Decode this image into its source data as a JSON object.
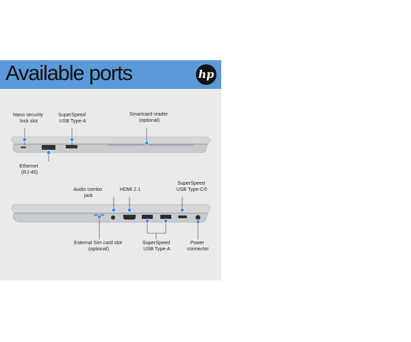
{
  "header": {
    "title": "Available ports",
    "brand_logo": "hp"
  },
  "colors": {
    "header_bg": "#5b9ad9",
    "panel_bg": "#eaeaea",
    "marker": "#4a8fd6"
  },
  "side_one": {
    "labels": {
      "nano_lock": [
        "Nano security",
        "lock slot"
      ],
      "usb_a": [
        "SuperSpeed",
        "USB Type-A"
      ],
      "smartcard": [
        "Smartcard reader",
        "(optional)"
      ],
      "ethernet": [
        "Ethernet",
        "(RJ-45)"
      ]
    }
  },
  "side_two": {
    "labels": {
      "audio": [
        "Audio combo",
        "jack"
      ],
      "hdmi": [
        "HDMI 2.1"
      ],
      "usb_c": [
        "SuperSpeed",
        "USB Type-C®"
      ],
      "sim": [
        "External Sim card slot",
        "(optional)"
      ],
      "usb_a": [
        "SuperSpeed",
        "USB Type-A"
      ],
      "power": [
        "Power",
        "connector"
      ]
    }
  }
}
